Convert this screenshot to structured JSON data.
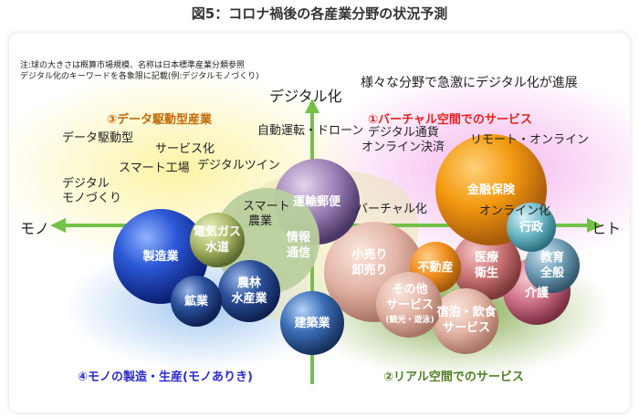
{
  "title": "図5：コロナ禍後の各産業分野の状況予測",
  "notes": [
    "注:球の大きさは概算市場規模、名称は日本標準産業分類参照",
    "デジタル化のキーワードを各象限に記載(例:デジタルモノづくり)"
  ],
  "axes": {
    "top": "デジタル化",
    "left": "モノ",
    "right": "ヒト",
    "subtitle": "様々な分野で急激にデジタル化が進展"
  },
  "quadrants": {
    "q1": "①バーチャル空間でのサービス",
    "q2": "②リアル空間でのサービス",
    "q3": "③データ駆動型産業",
    "q4": "④モノの製造・生産(モノありき)"
  },
  "keywords": {
    "data_driven": "データ駆動型",
    "service_ka": "サービス化",
    "smart_factory": "スマート工場",
    "digital_twin": "デジタルツイン",
    "digital_mono_1": "デジタル",
    "digital_mono_2": "モノづくり",
    "auto_drone": "自動運転・ドローン",
    "digital_currency": "デジタル通貨",
    "online_payment": "オンライン決済",
    "remote_online": "リモート・オンライン",
    "virtual_ka": "バーチャル化",
    "online_ka": "オンライン化",
    "smart_agri_1": "スマート",
    "smart_agri_2": "農業"
  },
  "bubbles": {
    "manufacturing": "製造業",
    "utilities_1": "電気ガス",
    "utilities_2": "水道",
    "mining": "鉱業",
    "agri_1": "農林",
    "agri_2": "水産業",
    "info_1": "情報",
    "info_2": "通信",
    "transport": "運輸郵便",
    "construction": "建築業",
    "finance": "金融保険",
    "retail_1": "小売り",
    "retail_2": "卸売り",
    "realestate": "不動産",
    "other_1": "その他",
    "other_2": "サービス",
    "other_3": "(観光・遊泳)",
    "lodging_1": "宿泊・飲食",
    "lodging_2": "サービス",
    "medical_1": "医療",
    "medical_2": "衛生",
    "government": "行政",
    "education_1": "教育",
    "education_2": "全般",
    "care": "介護"
  },
  "colors": {
    "q1": "#e8201e",
    "q2": "#4f7f25",
    "q3": "#c06a0a",
    "q4": "#2d2dcc",
    "arrow": "#74c149"
  }
}
